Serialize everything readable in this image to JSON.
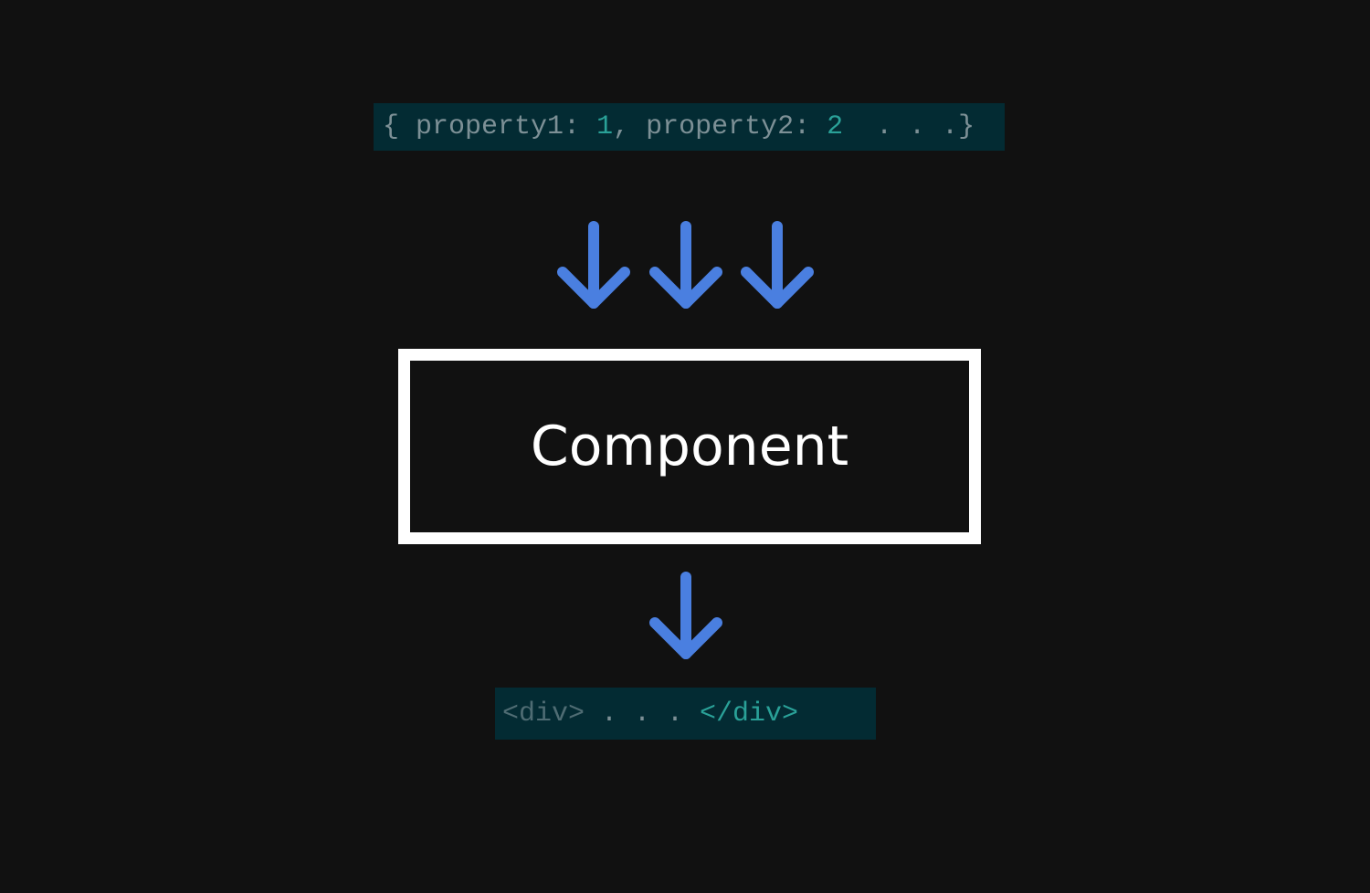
{
  "props_code": {
    "open_brace": "{ ",
    "key1": "property1: ",
    "value1": "1",
    "sep": ", ",
    "key2": "property2: ",
    "value2": "2",
    "ellipsis": "  . . .}"
  },
  "component": {
    "label": "Component"
  },
  "output_code": {
    "open_tag": "<div>",
    "ellipsis": " . . . ",
    "close_tag": "</div>"
  },
  "colors": {
    "background": "#111111",
    "code_bg": "#032b33",
    "arrow": "#4a7fe0",
    "box_border": "#ffffff"
  },
  "icons": [
    "arrow-down-icon"
  ]
}
